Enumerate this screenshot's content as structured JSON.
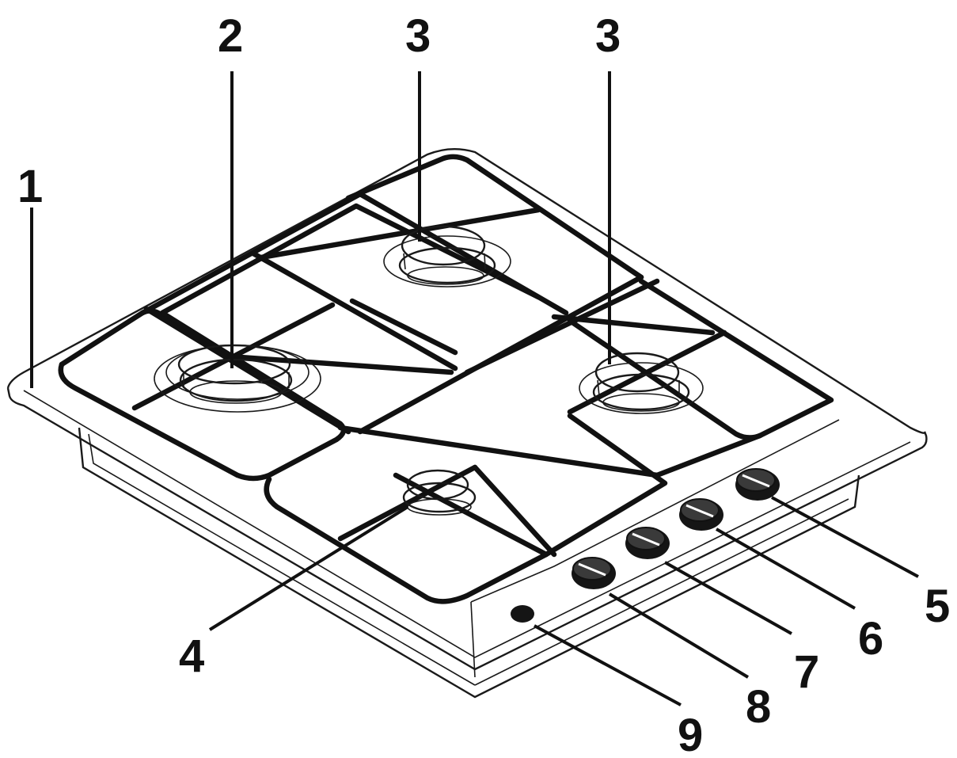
{
  "callouts": [
    {
      "id": "hob",
      "label": "1"
    },
    {
      "id": "burner-large",
      "label": "2"
    },
    {
      "id": "burner-rear",
      "label": "3"
    },
    {
      "id": "burner-right",
      "label": "3"
    },
    {
      "id": "burner-small",
      "label": "4"
    },
    {
      "id": "knob-1",
      "label": "5"
    },
    {
      "id": "knob-2",
      "label": "6"
    },
    {
      "id": "knob-3",
      "label": "7"
    },
    {
      "id": "knob-4",
      "label": "8"
    },
    {
      "id": "ignition-button",
      "label": "9"
    }
  ],
  "colors": {
    "line": "#111111",
    "background": "#ffffff"
  }
}
